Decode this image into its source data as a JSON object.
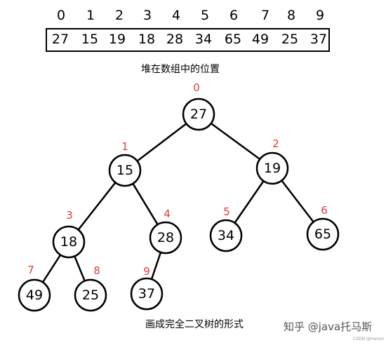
{
  "array_indices": [
    "0",
    "1",
    "2",
    "3",
    "4",
    "5",
    "6",
    "7",
    "8",
    "9"
  ],
  "array_values": [
    "27",
    "15",
    "19",
    "18",
    "28",
    "34",
    "65",
    "49",
    "25",
    "37"
  ],
  "array_caption": "堆在数组中的位置",
  "tree_caption": "画成完全二叉树的形式",
  "nodes": [
    {
      "index": "0",
      "value": "27"
    },
    {
      "index": "1",
      "value": "15"
    },
    {
      "index": "2",
      "value": "19"
    },
    {
      "index": "3",
      "value": "18"
    },
    {
      "index": "4",
      "value": "28"
    },
    {
      "index": "5",
      "value": "34"
    },
    {
      "index": "6",
      "value": "65"
    },
    {
      "index": "7",
      "value": "49"
    },
    {
      "index": "8",
      "value": "25"
    },
    {
      "index": "9",
      "value": "37"
    }
  ],
  "edges": [
    [
      0,
      1
    ],
    [
      0,
      2
    ],
    [
      1,
      3
    ],
    [
      1,
      4
    ],
    [
      2,
      5
    ],
    [
      2,
      6
    ],
    [
      3,
      7
    ],
    [
      3,
      8
    ],
    [
      4,
      9
    ]
  ],
  "colors": {
    "index_label": "#e0393e",
    "stroke": "#000000"
  },
  "watermark": "知乎 @java托马斯",
  "watermark_small": "CSDN @Hanon"
}
